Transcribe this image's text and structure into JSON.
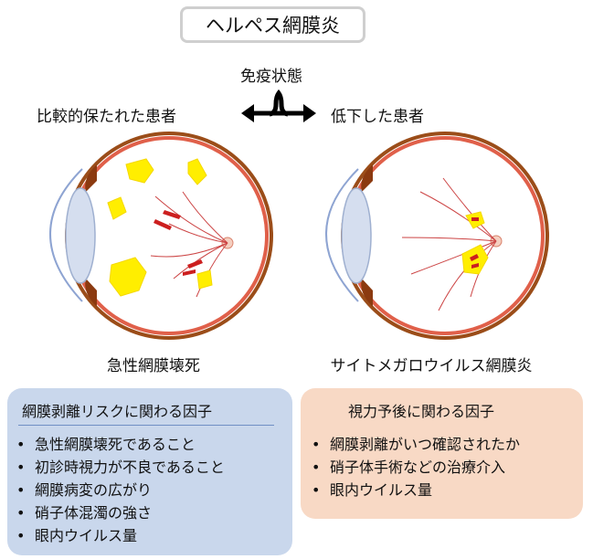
{
  "title": "ヘルペス網膜炎",
  "immune_status": {
    "label": "免疫状態",
    "left": "比較的保たれた患者",
    "right": "低下した患者"
  },
  "eyes": {
    "left_caption": "急性網膜壊死",
    "right_caption": "サイトメガロウイルス網膜炎"
  },
  "colors": {
    "retina_red": "#e0604a",
    "lesion_yellow": "#ffee00",
    "hemorrhage": "#cc1f1f",
    "lens_blue": "#d5deef",
    "panel_left": "#c9d7ec",
    "panel_right": "#f8d9c5"
  },
  "detachment_panel": {
    "title": "網膜剥離リスクに関わる因子",
    "items": [
      {
        "bullet": "•",
        "text": "急性網膜壊死であること"
      },
      {
        "bullet": "•",
        "text": "初診時視力が不良であること"
      },
      {
        "bullet": "•",
        "text": "網膜病変の広がり"
      },
      {
        "bullet": "•",
        "text": "硝子体混濁の強さ"
      },
      {
        "bullet": "•",
        "text": "眼内ウイルス量"
      }
    ]
  },
  "prognosis_panel": {
    "title": "視力予後に関わる因子",
    "items": [
      {
        "bullet": "•",
        "text": "網膜剥離がいつ確認されたか"
      },
      {
        "bullet": "•",
        "text": "硝子体手術などの治療介入"
      },
      {
        "bullet": "•",
        "text": "眼内ウイルス量"
      }
    ]
  }
}
